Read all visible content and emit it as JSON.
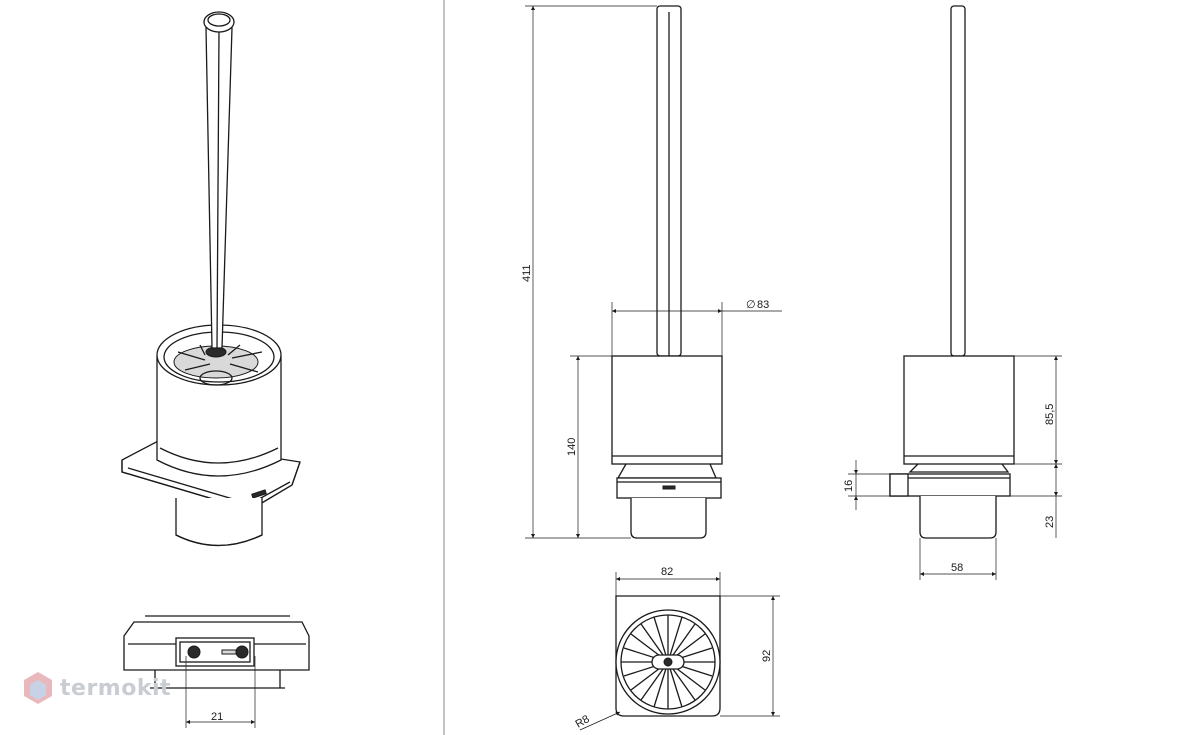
{
  "brand": {
    "name": "termokit"
  },
  "dimensions": {
    "height_total": "411",
    "diameter": "83",
    "height_cup": "140",
    "height_cup_right": "85,5",
    "height_bracket": "16",
    "height_base": "23",
    "width_base_side": "58",
    "width_bracket_front": "82",
    "height_bracket_top": "92",
    "radius": "R8",
    "width_mount_bottom": "21"
  },
  "symbols": {
    "diameter_sign": "∅"
  }
}
